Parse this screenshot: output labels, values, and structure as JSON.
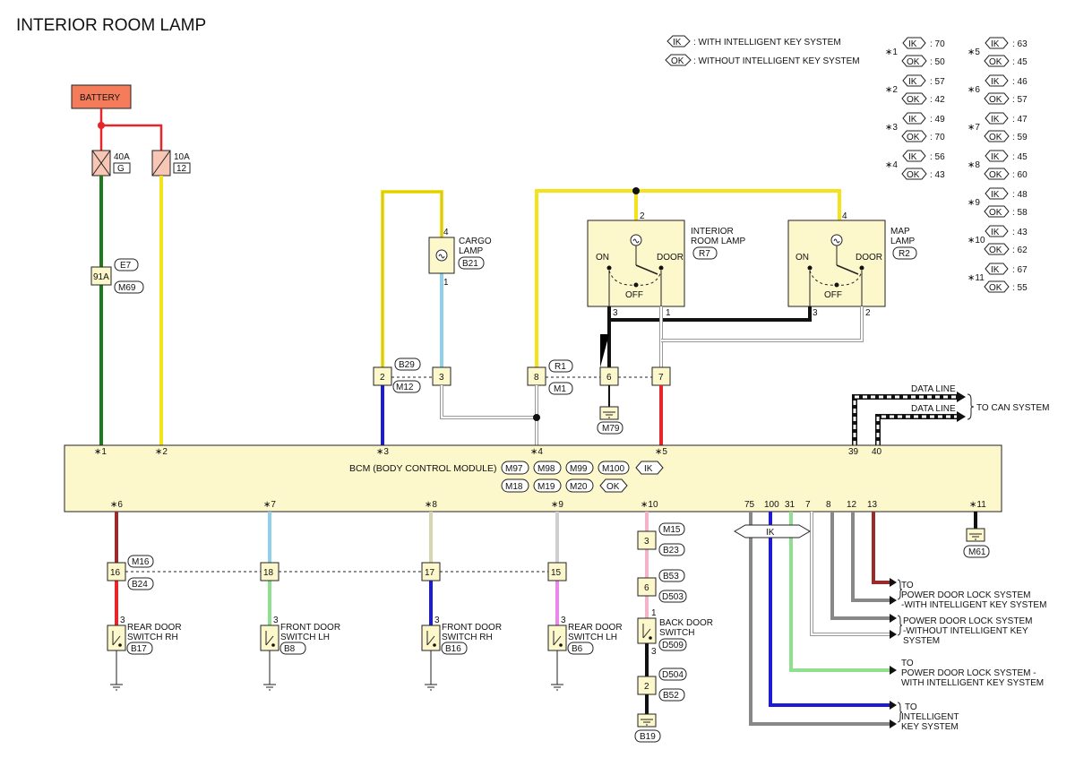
{
  "title": "INTERIOR ROOM LAMP",
  "legend": {
    "ik_tag": "IK",
    "ok_tag": "OK",
    "ik_text": ": WITH INTELLIGENT KEY SYSTEM",
    "ok_text": ": WITHOUT INTELLIGENT KEY SYSTEM"
  },
  "star_table": [
    {
      "mark": "∗1",
      "ik": ": 70",
      "ok": ": 50"
    },
    {
      "mark": "∗2",
      "ik": ": 57",
      "ok": ": 42"
    },
    {
      "mark": "∗3",
      "ik": ": 49",
      "ok": ": 70"
    },
    {
      "mark": "∗4",
      "ik": ": 56",
      "ok": ": 43"
    },
    {
      "mark": "∗5",
      "ik": ": 63",
      "ok": ": 45"
    },
    {
      "mark": "∗6",
      "ik": ": 46",
      "ok": ": 57"
    },
    {
      "mark": "∗7",
      "ik": ": 47",
      "ok": ": 59"
    },
    {
      "mark": "∗8",
      "ik": ": 45",
      "ok": ": 60"
    },
    {
      "mark": "∗9",
      "ik": ": 48",
      "ok": ": 58"
    },
    {
      "mark": "∗10",
      "ik": ": 43",
      "ok": ": 62"
    },
    {
      "mark": "∗11",
      "ik": ": 67",
      "ok": ": 55"
    }
  ],
  "battery": "BATTERY",
  "fuses": [
    {
      "amp": "40A",
      "id": "G"
    },
    {
      "amp": "10A",
      "id": "12"
    }
  ],
  "joint": {
    "pin": "91A",
    "conn_top": "E7",
    "conn_bottom": "M69"
  },
  "cargo_lamp": {
    "label_1": "CARGO",
    "label_2": "LAMP",
    "conn": "B21",
    "pin_top": "4",
    "pin_bottom": "1"
  },
  "room_lamp": {
    "label_1": "INTERIOR",
    "label_2": "ROOM LAMP",
    "conn": "R7",
    "on": "ON",
    "door": "DOOR",
    "off": "OFF",
    "pin_top": "2",
    "pin_bl": "3",
    "pin_br": "1"
  },
  "map_lamp": {
    "label_1": "MAP",
    "label_2": "LAMP",
    "conn": "R2",
    "on": "ON",
    "door": "DOOR",
    "off": "OFF",
    "pin_top": "4",
    "pin_bl": "3",
    "pin_br": "2"
  },
  "mid_connectors": {
    "left": {
      "pin_a": "2",
      "pin_b": "3",
      "conn_top": "B29",
      "conn_bottom": "M12"
    },
    "right": {
      "pin_a": "8",
      "pin_b": "6",
      "pin_c": "7",
      "conn_top": "R1",
      "conn_bottom": "M1"
    },
    "ground": "M79"
  },
  "data_lines": {
    "line_1": "DATA LINE",
    "line_2": "DATA LINE",
    "dest": "TO CAN SYSTEM"
  },
  "bcm": {
    "label": "BCM (BODY CONTROL MODULE)",
    "ik_conns": [
      "M97",
      "M98",
      "M99",
      "M100"
    ],
    "ok_conns": [
      "M18",
      "M19",
      "M20"
    ],
    "ik": "IK",
    "ok": "OK",
    "top_pins": [
      "∗1",
      "∗2",
      "∗3",
      "∗4",
      "∗5",
      "39",
      "40"
    ],
    "bottom_pins": [
      "∗6",
      "∗7",
      "∗8",
      "∗9",
      "∗10",
      "75",
      "100",
      "31",
      "7",
      "8",
      "12",
      "13",
      "∗11"
    ]
  },
  "lower_connector": {
    "pins": [
      "16",
      "18",
      "17",
      "15"
    ],
    "conn_top": "M16",
    "conn_bottom": "B24"
  },
  "switches": [
    {
      "l1": "REAR DOOR",
      "l2": "SWITCH RH",
      "conn": "B17",
      "pin": "3"
    },
    {
      "l1": "FRONT DOOR",
      "l2": "SWITCH LH",
      "conn": "B8",
      "pin": "3"
    },
    {
      "l1": "FRONT DOOR",
      "l2": "SWITCH RH",
      "conn": "B16",
      "pin": "3"
    },
    {
      "l1": "REAR DOOR",
      "l2": "SWITCH LH",
      "conn": "B6",
      "pin": "3"
    }
  ],
  "back_door": {
    "c1_pin": "3",
    "c1_top": "M15",
    "c1_bottom": "B23",
    "c2_pin": "6",
    "c2_top": "B53",
    "c2_bottom": "D503",
    "sw_l1": "BACK DOOR",
    "sw_l2": "SWITCH",
    "sw_conn": "D509",
    "sw_pin_top": "1",
    "sw_pin_bottom": "3",
    "c3_pin": "2",
    "c3_top": "D504",
    "c3_bottom": "B52",
    "ground": "B19"
  },
  "ik_branch": "IK",
  "ground_m61": "M61",
  "destinations": [
    {
      "l1": "TO",
      "l2": "POWER DOOR LOCK SYSTEM",
      "l3": "-WITH INTELLIGENT KEY SYSTEM"
    },
    {
      "l1": "POWER DOOR LOCK SYSTEM",
      "l2": "-WITHOUT INTELLIGENT KEY",
      "l3": "SYSTEM"
    },
    {
      "l1": "TO",
      "l2": "POWER DOOR LOCK SYSTEM -",
      "l3": "WITH INTELLIGENT KEY SYSTEM"
    },
    {
      "l1": "TO",
      "l2": "INTELLIGENT",
      "l3": "KEY SYSTEM"
    }
  ],
  "wire_colors": {
    "red": "#e8262a",
    "green": "#1f7a1f",
    "yellow": "#f4e21a",
    "blue": "#1c1cd6",
    "light_blue": "#8fd0ea",
    "black": "#111111",
    "gray": "#888888",
    "white_wire": "#bbbbbb",
    "brown": "#9b2a2a",
    "light_green": "#8ee08e",
    "pink": "#f3b4c8",
    "violet": "#ea88ea",
    "beige": "#d8d6b0",
    "battery": "#f47c5a"
  }
}
